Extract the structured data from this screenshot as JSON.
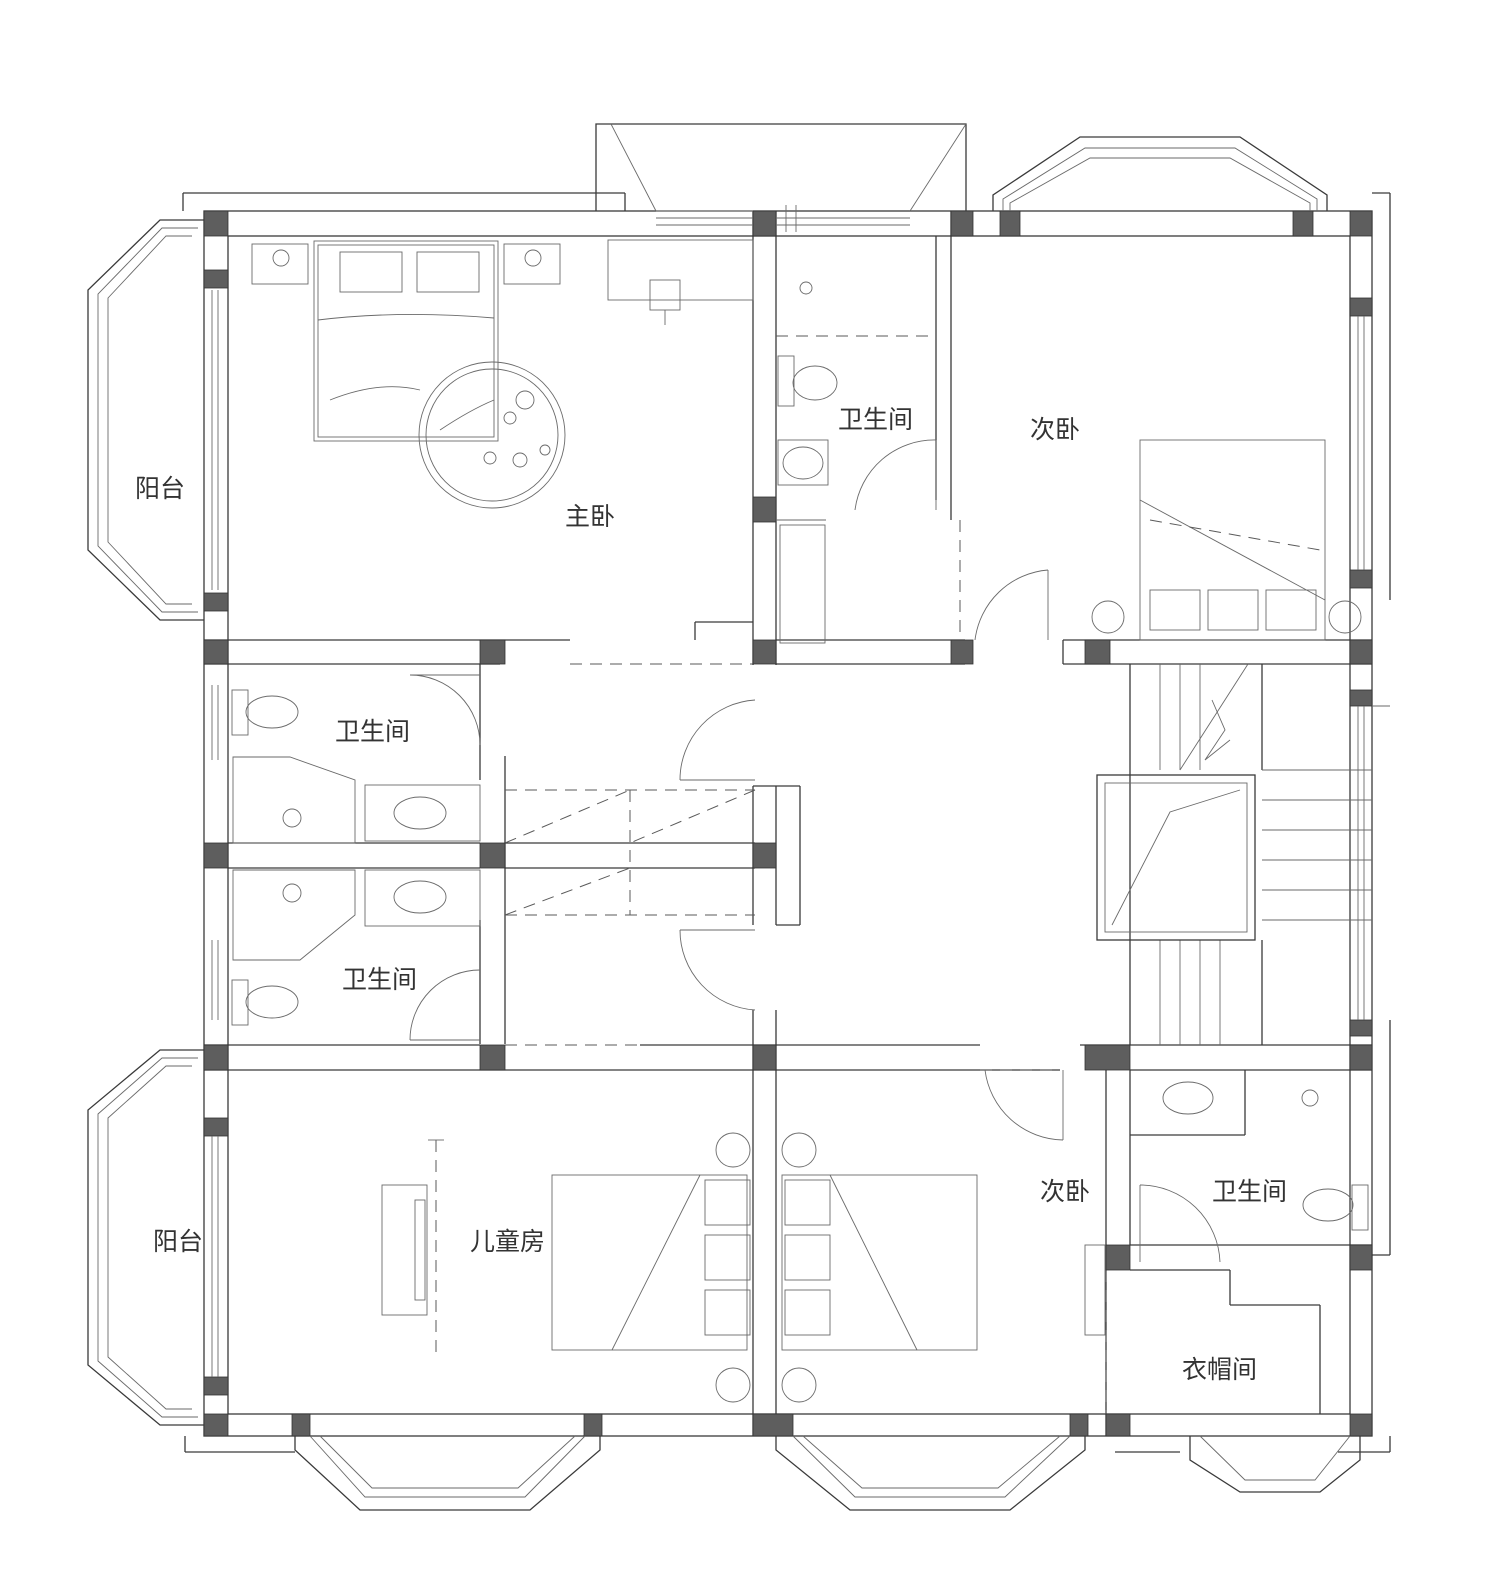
{
  "plan": {
    "rooms": {
      "master_bedroom": "主卧",
      "bathroom_top": "卫生间",
      "secondary_bedroom_top": "次卧",
      "balcony_top": "阳台",
      "bathroom_mid_upper": "卫生间",
      "bathroom_mid_lower": "卫生间",
      "balcony_bottom": "阳台",
      "kids_room": "儿童房",
      "secondary_bedroom_bottom": "次卧",
      "bathroom_bottom_right": "卫生间",
      "walk_in_closet": "衣帽间"
    }
  }
}
